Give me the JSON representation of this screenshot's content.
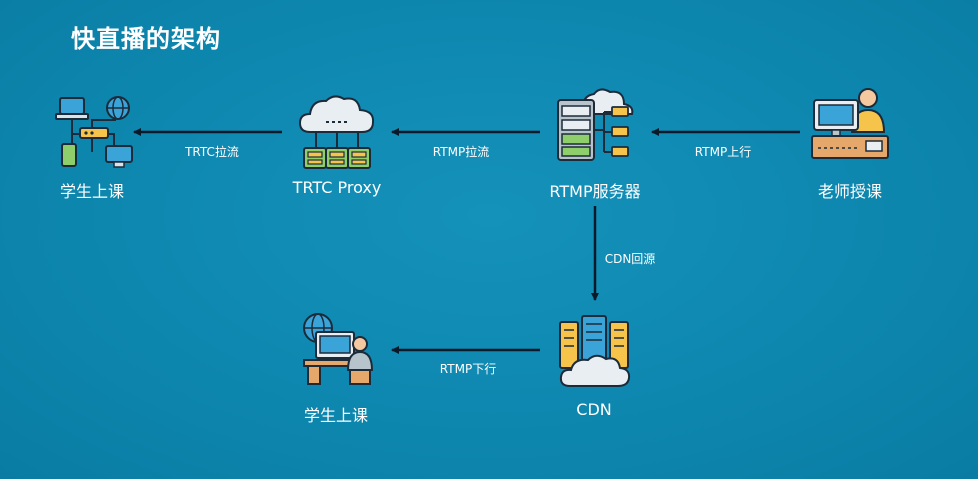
{
  "title": "快直播的架构",
  "nodes": {
    "students_top": "学生上课",
    "trtc_proxy": "TRTC Proxy",
    "rtmp_server": "RTMP服务器",
    "teacher": "老师授课",
    "cdn": "CDN",
    "students_bottom": "学生上课"
  },
  "edges": {
    "teacher_to_rtmp": "RTMP上行",
    "rtmp_to_trtc": "RTMP拉流",
    "trtc_to_students": "TRTC拉流",
    "rtmp_to_cdn": "CDN回源",
    "cdn_to_students": "RTMP下行"
  },
  "colors": {
    "background": "#0f8ab3",
    "arrow": "#0b1a2a",
    "text": "#ffffff"
  }
}
